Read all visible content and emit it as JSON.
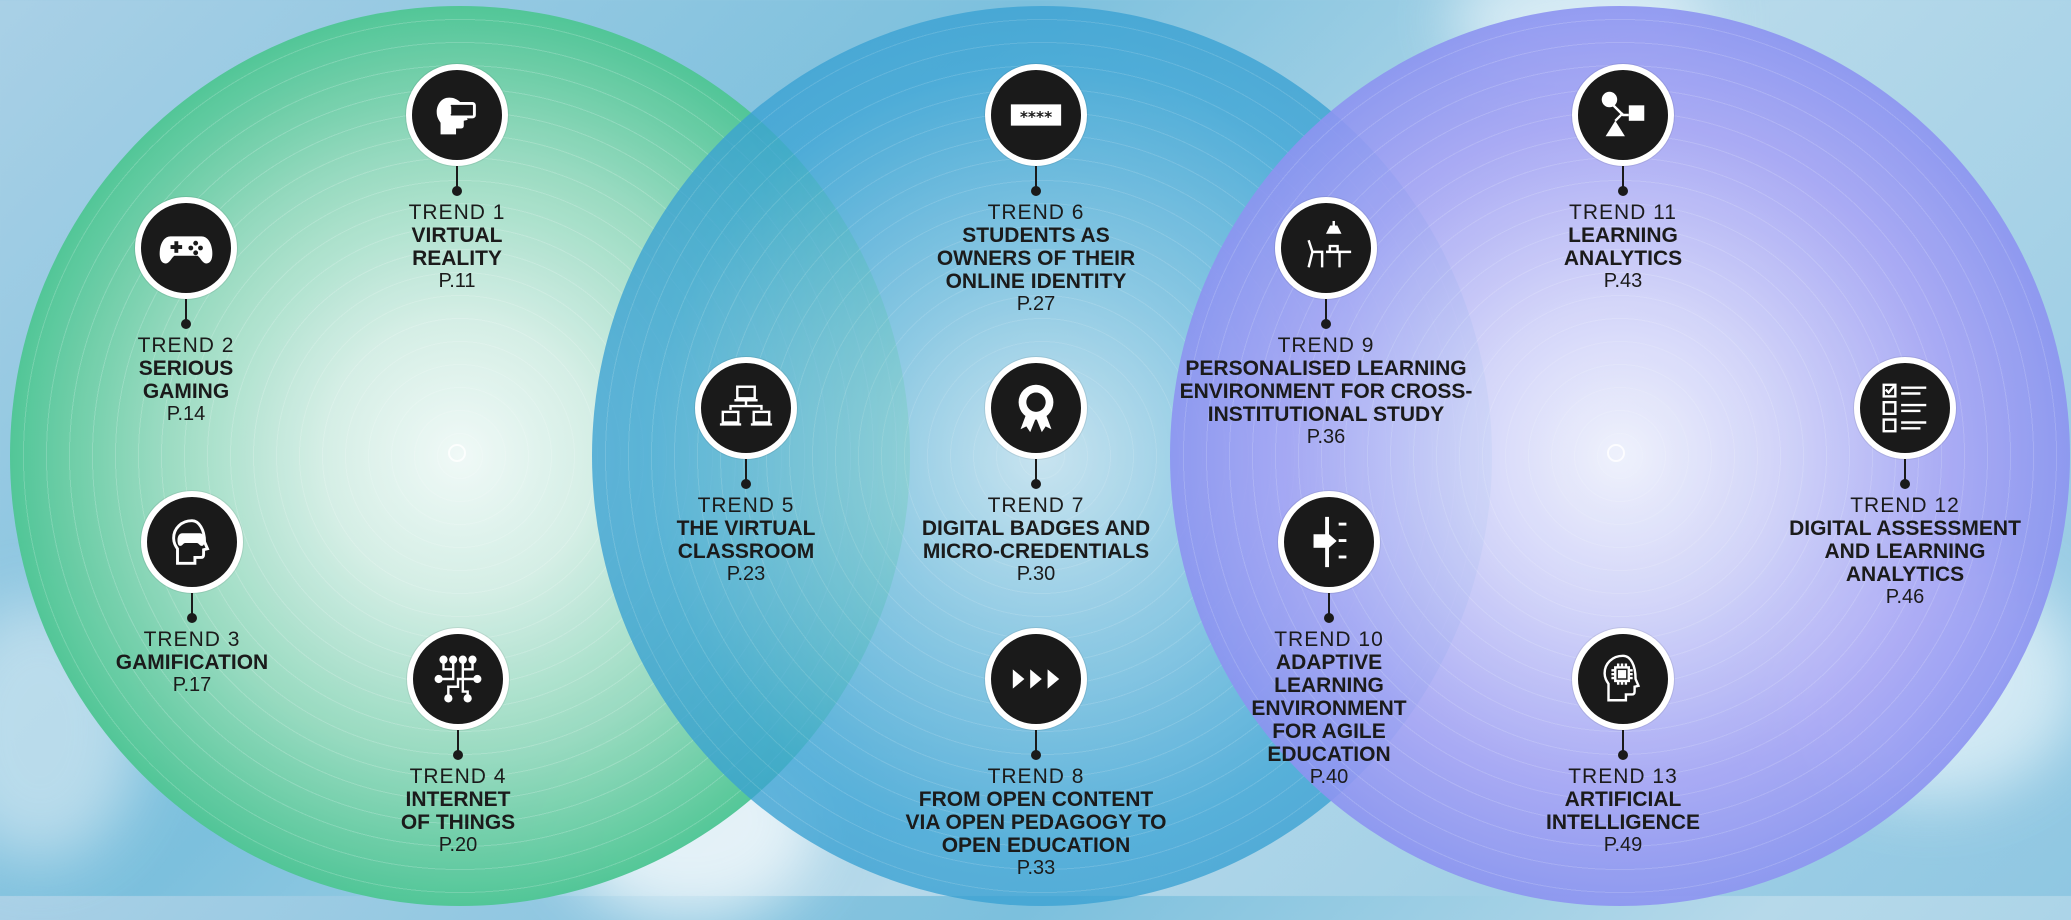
{
  "trends": [
    {
      "num": "TREND 1",
      "name": [
        "VIRTUAL",
        "REALITY"
      ],
      "page": "P.11",
      "icon": "vr-headset-icon"
    },
    {
      "num": "TREND 2",
      "name": [
        "SERIOUS",
        "GAMING"
      ],
      "page": "P.14",
      "icon": "gamepad-icon"
    },
    {
      "num": "TREND 3",
      "name": [
        "GAMIFICATION"
      ],
      "page": "P.17",
      "icon": "head-gamepad-icon"
    },
    {
      "num": "TREND 4",
      "name": [
        "INTERNET",
        "OF THINGS"
      ],
      "page": "P.20",
      "icon": "circuit-icon"
    },
    {
      "num": "TREND 5",
      "name": [
        "THE VIRTUAL",
        "CLASSROOM"
      ],
      "page": "P.23",
      "icon": "network-laptops-icon"
    },
    {
      "num": "TREND 6",
      "name": [
        "STUDENTS AS",
        "OWNERS OF THEIR",
        "ONLINE IDENTITY"
      ],
      "page": "P.27",
      "icon": "password-field-icon"
    },
    {
      "num": "TREND 7",
      "name": [
        "DIGITAL BADGES AND",
        "MICRO-CREDENTIALS"
      ],
      "page": "P.30",
      "icon": "badge-rosette-icon"
    },
    {
      "num": "TREND 8",
      "name": [
        "FROM OPEN CONTENT",
        "VIA OPEN PEDAGOGY TO",
        "OPEN EDUCATION"
      ],
      "page": "P.33",
      "icon": "triple-arrow-icon"
    },
    {
      "num": "TREND 9",
      "name": [
        "PERSONALISED LEARNING",
        "ENVIRONMENT FOR CROSS-",
        "INSTITUTIONAL STUDY"
      ],
      "page": "P.36",
      "icon": "desk-lamp-icon"
    },
    {
      "num": "TREND 10",
      "name": [
        "ADAPTIVE",
        "LEARNING",
        "ENVIRONMENT",
        "FOR AGILE",
        "EDUCATION"
      ],
      "page": "P.40",
      "icon": "slider-adjust-icon"
    },
    {
      "num": "TREND 11",
      "name": [
        "LEARNING",
        "ANALYTICS"
      ],
      "page": "P.43",
      "icon": "shapes-flow-icon"
    },
    {
      "num": "TREND 12",
      "name": [
        "DIGITAL ASSESSMENT",
        "AND LEARNING",
        "ANALYTICS"
      ],
      "page": "P.46",
      "icon": "checklist-icon"
    },
    {
      "num": "TREND 13",
      "name": [
        "ARTIFICIAL",
        "INTELLIGENCE"
      ],
      "page": "P.49",
      "icon": "ai-head-icon"
    }
  ]
}
